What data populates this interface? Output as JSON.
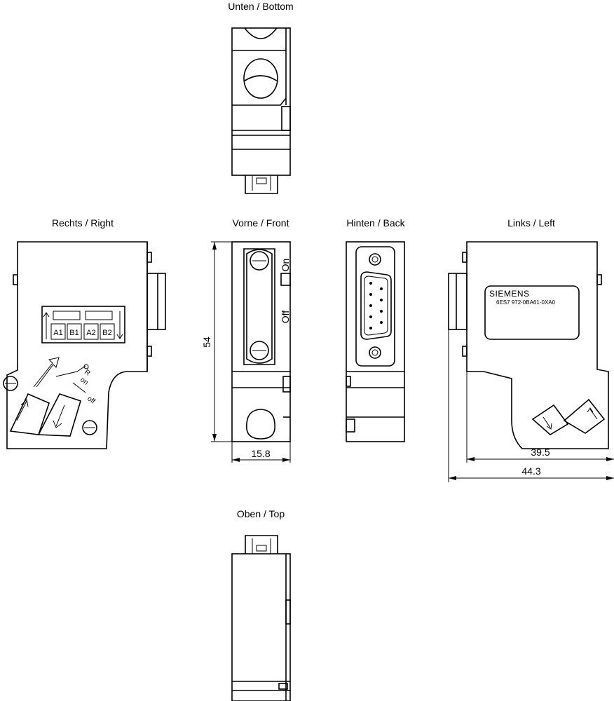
{
  "views": {
    "bottom": "Unten / Bottom",
    "right": "Rechts / Right",
    "front": "Vorne / Front",
    "back": "Hinten / Back",
    "left": "Links / Left",
    "top": "Oben / Top"
  },
  "dimensions": {
    "height": "54",
    "front_width": "15.8",
    "left_inner": "39.5",
    "left_outer": "44.3"
  },
  "front_switch": {
    "on": "On",
    "off": "Off"
  },
  "right_panel": {
    "labels": [
      "A1",
      "B1",
      "A2",
      "B2"
    ],
    "switch_r": "R",
    "switch_on": "on",
    "switch_off": "off"
  },
  "label_plate": {
    "brand": "SIEMENS",
    "part_number": "6ES7 972-0BA61-0XA0"
  }
}
